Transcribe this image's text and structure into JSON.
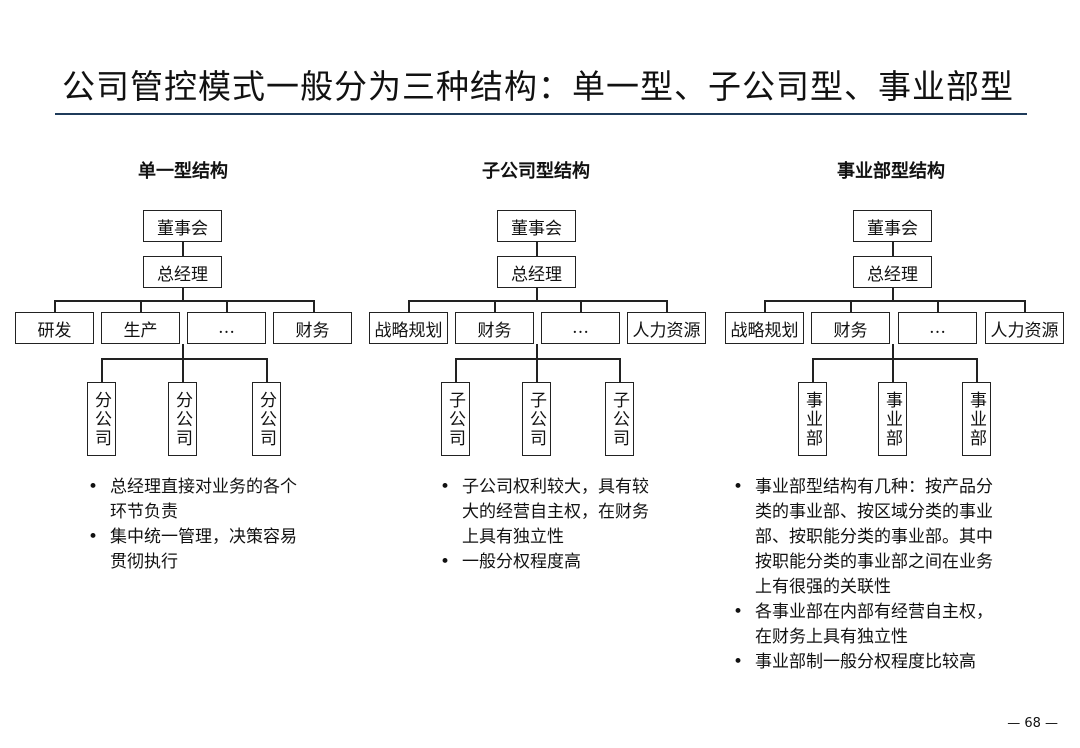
{
  "title": "公司管控模式一般分为三种结构：单一型、子公司型、事业部型",
  "structures": [
    {
      "title": "单一型结构",
      "board": "董事会",
      "gm": "总经理",
      "depts": [
        "研发",
        "生产",
        "…",
        "财务"
      ],
      "units": [
        "分公司",
        "分公司",
        "分公司"
      ],
      "bullets": [
        "总经理直接对业务的各个环节负责",
        "集中统一管理，决策容易贯彻执行"
      ]
    },
    {
      "title": "子公司型结构",
      "board": "董事会",
      "gm": "总经理",
      "depts": [
        "战略规划",
        "财务",
        "…",
        "人力资源"
      ],
      "units": [
        "子公司",
        "子公司",
        "子公司"
      ],
      "bullets": [
        "子公司权利较大，具有较大的经营自主权，在财务上具有独立性",
        "一般分权程度高"
      ]
    },
    {
      "title": "事业部型结构",
      "board": "董事会",
      "gm": "总经理",
      "depts": [
        "战略规划",
        "财务",
        "…",
        "人力资源"
      ],
      "units": [
        "事业部",
        "事业部",
        "事业部"
      ],
      "bullets": [
        "事业部型结构有几种：按产品分类的事业部、按区域分类的事业部、按职能分类的事业部。其中按职能分类的事业部之间在业务上有很强的关联性",
        "各事业部在内部有经营自主权，在财务上具有独立性",
        "事业部制一般分权程度比较高"
      ]
    }
  ],
  "page_number": "— 68 —"
}
